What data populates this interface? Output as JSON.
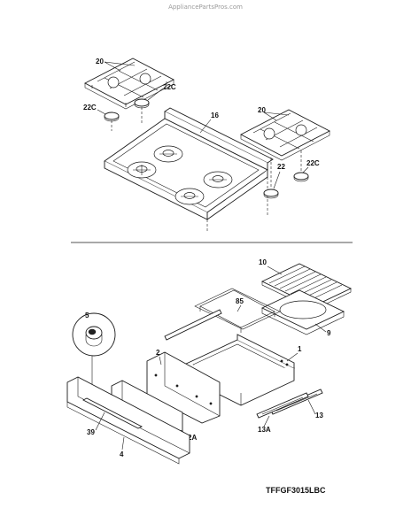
{
  "watermark": "AppliancePartsPros.com",
  "model_number": "TFFGF3015LBC",
  "callouts": {
    "grate_left": "20",
    "pad_left_a": "22C",
    "pad_left_b": "22C",
    "cooktop": "16",
    "grate_right": "20",
    "pad_right_a": "22",
    "pad_right_b": "22C",
    "broiler_pan": "10",
    "pan_support": "85",
    "knob": "5",
    "side_panel": "2",
    "drawer_liner": "1",
    "broiler_tray": "9",
    "drawer_front": "39",
    "drawer_panel": "4",
    "inner_panel": "2A",
    "rail_right": "13",
    "rail_left": "13A"
  }
}
